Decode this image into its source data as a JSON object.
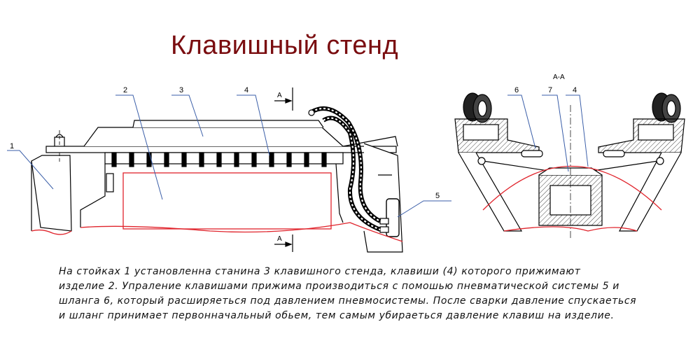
{
  "title": "Клавишный стенд",
  "section_label": "А-А",
  "section_marker": "А",
  "callouts": {
    "c1": "1",
    "c2": "2",
    "c3": "3",
    "c4": "4",
    "c5": "5",
    "c6": "6",
    "c7": "7",
    "c4b": "4"
  },
  "description": [
    "На стойках 1 установленна станина 3 клавишного стенда, клавиши (4) которого прижимают",
    "изделие 2. Упраление клавишами прижима производиться с помошью пневматической  системы 5 и",
    "шланга 6, который расширяеться под давлением пневмосистемы. После сварки давление спускаеться",
    "и шланг принимает первонначальный обьем, тем самым убираеться давление клавиш на изделие."
  ],
  "colors": {
    "title": "#7a0d10",
    "product_outline": "#e0242c",
    "callout_leader": "#3a5ea8",
    "hatch": "#444444"
  }
}
